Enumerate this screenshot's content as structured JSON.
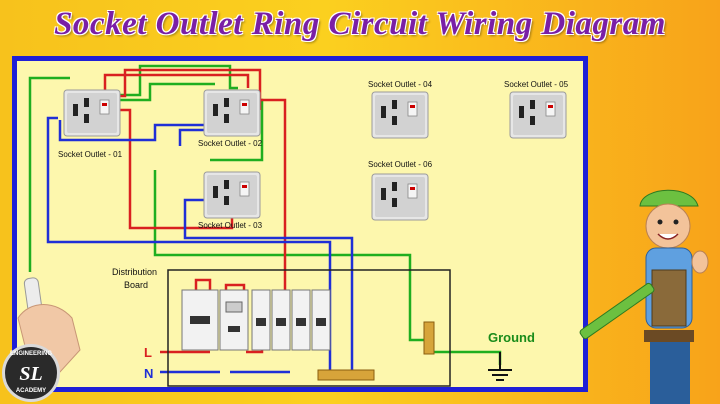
{
  "title": "Socket Outlet Ring Circuit Wiring Diagram",
  "sockets": [
    {
      "label": "Socket Outlet - 01"
    },
    {
      "label": "Socket Outlet - 02"
    },
    {
      "label": "Socket Outlet - 03"
    },
    {
      "label": "Socket Outlet - 04"
    },
    {
      "label": "Socket Outlet - 05"
    },
    {
      "label": "Socket Outlet - 06"
    }
  ],
  "distribution_board": {
    "label_line1": "Distribution",
    "label_line2": "Board"
  },
  "ground_label": "Ground",
  "live_label": "L",
  "neutral_label": "N",
  "logo": {
    "top": "ENGINEERING",
    "monogram": "SL",
    "bottom": "ACADEMY"
  },
  "colors": {
    "live": "#d92020",
    "neutral": "#1f2fd6",
    "earth": "#1fae1f",
    "border": "#1f1fd6",
    "title": "#7a1fa6"
  }
}
